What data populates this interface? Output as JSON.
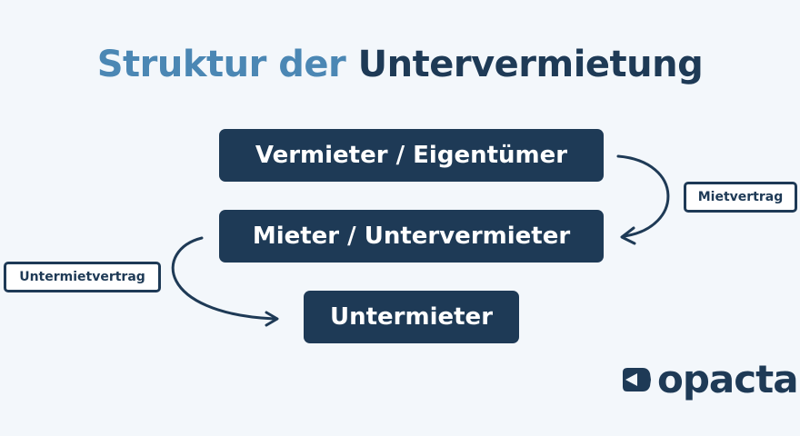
{
  "title": {
    "part1": "Struktur der",
    "part2": "Untervermietung"
  },
  "boxes": {
    "landlord": "Vermieter / Eigentümer",
    "tenant": "Mieter / Untervermieter",
    "subtenant": "Untermieter"
  },
  "labels": {
    "lease": "Mietvertrag",
    "sublease": "Untermietvertrag"
  },
  "logo": {
    "text": "opacta"
  },
  "colors": {
    "background": "#f3f7fb",
    "dark_navy": "#1e3a56",
    "accent_blue": "#4b87b4"
  }
}
